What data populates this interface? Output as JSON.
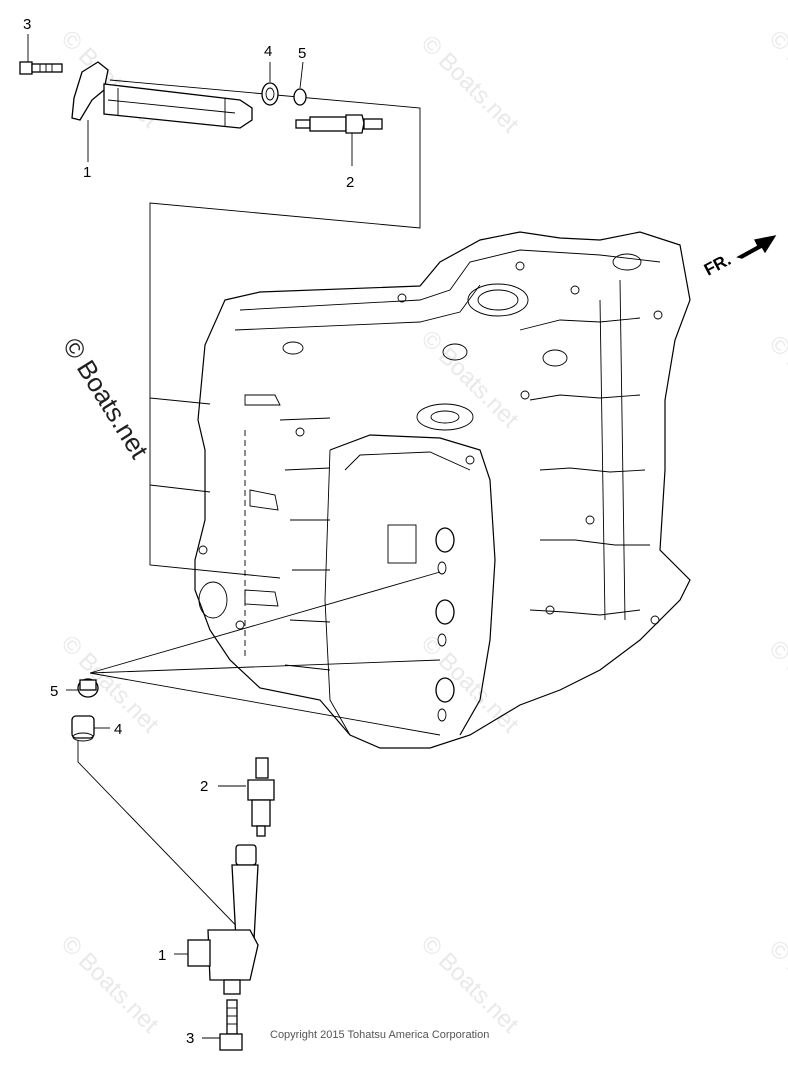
{
  "callouts": {
    "top": {
      "coil": "1",
      "plug": "2",
      "bolt": "3",
      "seal": "4",
      "washer": "5"
    },
    "bottom": {
      "coil": "1",
      "plug": "2",
      "bolt": "3",
      "seal": "4",
      "washer": "5"
    }
  },
  "front_indicator": {
    "label": "FR."
  },
  "watermark": {
    "primary": "© Boats.net",
    "repeat": "© Boats.net"
  },
  "copyright": "Copyright 2015 Tohatsu America Corporation"
}
